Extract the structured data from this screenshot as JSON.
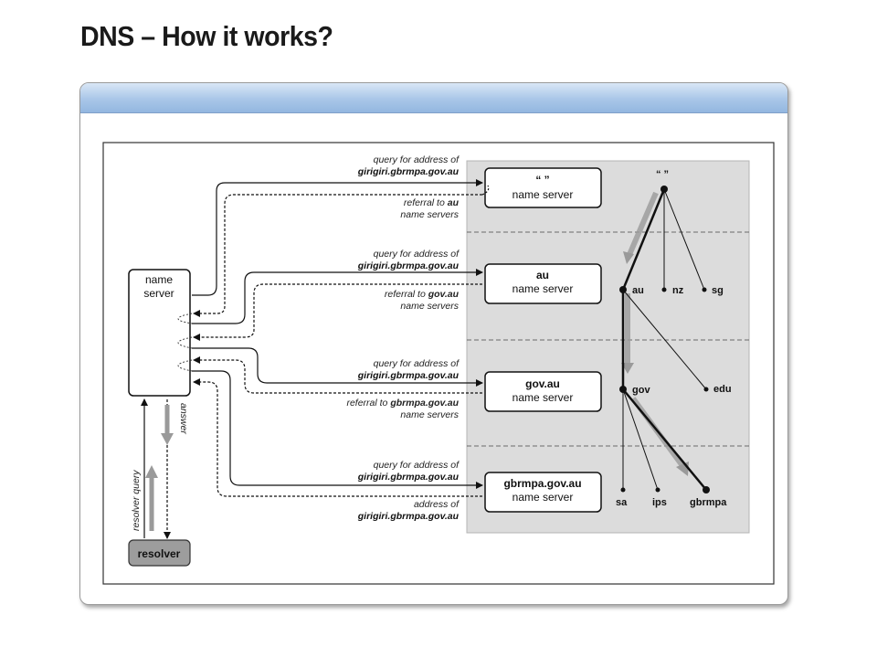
{
  "slide": {
    "title": "DNS – How it works?"
  },
  "diagram": {
    "left_server": {
      "line1": "name",
      "line2": "server"
    },
    "resolver": {
      "label": "resolver"
    },
    "side_labels": {
      "answer": "answer",
      "resolver_query": "resolver query"
    },
    "steps": [
      {
        "query": {
          "line1": "query for address of",
          "line2": "girigiri.gbrmpa.gov.au"
        },
        "reply": {
          "line1_prefix": "referral to ",
          "line1_bold": "au",
          "line2": "name servers"
        },
        "server": {
          "line1": "“ ”",
          "line2": "name server"
        }
      },
      {
        "query": {
          "line1": "query for address of",
          "line2": "girigiri.gbrmpa.gov.au"
        },
        "reply": {
          "line1_prefix": "referral to ",
          "line1_bold": "gov.au",
          "line2": "name servers"
        },
        "server": {
          "line1": "au",
          "line2": "name server"
        }
      },
      {
        "query": {
          "line1": "query for address of",
          "line2": "girigiri.gbrmpa.gov.au"
        },
        "reply": {
          "line1_prefix": "referral to ",
          "line1_bold": "gbrmpa.gov.au",
          "line2": "name servers"
        },
        "server": {
          "line1": "gov.au",
          "line2": "name server"
        }
      },
      {
        "query": {
          "line1": "query for address of",
          "line2": "girigiri.gbrmpa.gov.au"
        },
        "reply": {
          "line1_prefix": "address of",
          "line1_bold": "",
          "line2": "girigiri.gbrmpa.gov.au"
        },
        "server": {
          "line1": "gbrmpa.gov.au",
          "line2": "name server"
        }
      }
    ],
    "tree": {
      "root": "“ ”",
      "level1": [
        "au",
        "nz",
        "sg"
      ],
      "level2": [
        "gov",
        "edu"
      ],
      "level3": [
        "sa",
        "ips",
        "gbrmpa"
      ]
    }
  }
}
